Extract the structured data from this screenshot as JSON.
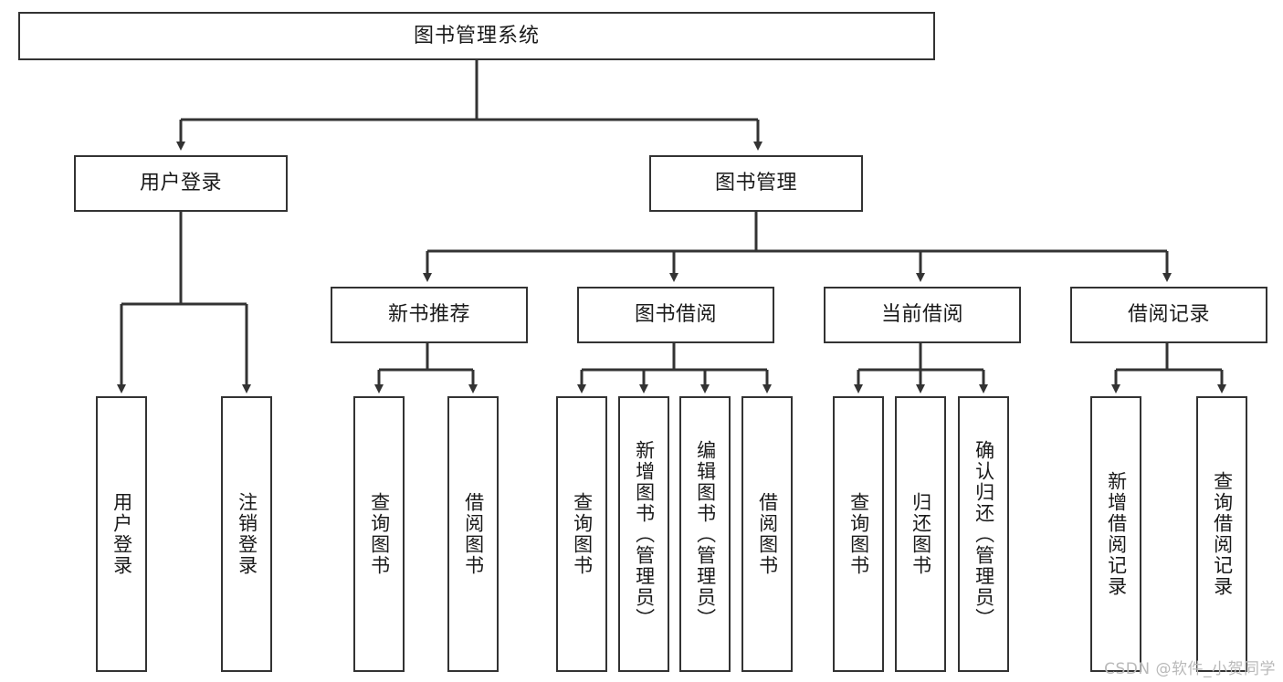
{
  "diagram": {
    "type": "tree-hierarchy",
    "title": "图书管理系统",
    "orientation": "top-down",
    "colors": {
      "node_border": "#333333",
      "node_fill": "#ffffff",
      "edge": "#333333",
      "text": "#1a1a1a",
      "watermark": "#b9b9b9"
    },
    "watermark": "CSDN @软件_小贺同学",
    "levels": {
      "root": {
        "label": "图书管理系统"
      },
      "level2": [
        {
          "label": "用户登录"
        },
        {
          "label": "图书管理"
        }
      ],
      "level3": [
        {
          "label": "新书推荐"
        },
        {
          "label": "图书借阅"
        },
        {
          "label": "当前借阅"
        },
        {
          "label": "借阅记录"
        }
      ],
      "leaves": {
        "user_login": [
          {
            "label": "用户登录"
          },
          {
            "label": "注销登录"
          }
        ],
        "new_book_recommend": [
          {
            "label": "查询图书"
          },
          {
            "label": "借阅图书"
          }
        ],
        "book_borrow": [
          {
            "label": "查询图书"
          },
          {
            "label": "新增图书（管理员）"
          },
          {
            "label": "编辑图书（管理员）"
          },
          {
            "label": "借阅图书"
          }
        ],
        "current_borrow": [
          {
            "label": "查询图书"
          },
          {
            "label": "归还图书"
          },
          {
            "label": "确认归还（管理员）"
          }
        ],
        "borrow_record": [
          {
            "label": "新增借阅记录"
          },
          {
            "label": "查询借阅记录"
          }
        ]
      }
    }
  }
}
